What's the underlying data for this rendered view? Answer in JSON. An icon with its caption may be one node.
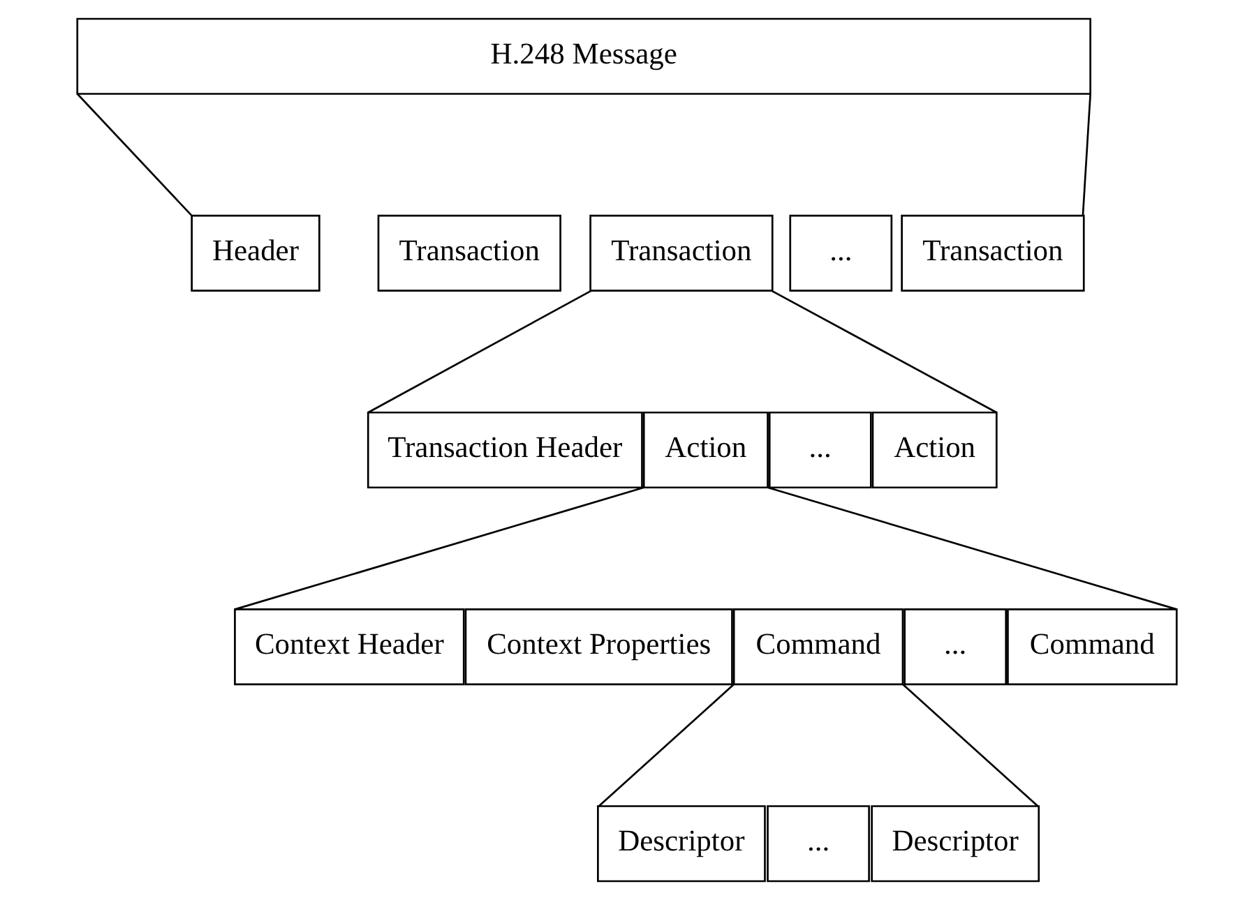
{
  "diagram": {
    "nodes": [
      {
        "text": [
          "H.248 Message"
        ]
      },
      {
        "text": [
          "Header"
        ]
      },
      {
        "text": [
          "Transaction"
        ]
      },
      {
        "text": [
          "Transaction"
        ]
      },
      {
        "text": [
          "..."
        ]
      },
      {
        "text": [
          "Transaction"
        ]
      },
      {
        "text": [
          "Transaction Header"
        ]
      },
      {
        "text": [
          "Action"
        ]
      },
      {
        "text": [
          "..."
        ]
      },
      {
        "text": [
          "Action"
        ]
      },
      {
        "text": [
          "Context Header"
        ]
      },
      {
        "text": [
          "Context Properties"
        ]
      },
      {
        "text": [
          "Command"
        ]
      },
      {
        "text": [
          "..."
        ]
      },
      {
        "text": [
          "Command"
        ]
      },
      {
        "text": [
          "Descriptor"
        ]
      },
      {
        "text": [
          "..."
        ]
      },
      {
        "text": [
          "Descriptor"
        ]
      }
    ],
    "edges": [
      {
        "from": 0,
        "to": 1,
        "arrow": "none"
      },
      {
        "from": 0,
        "to": 5,
        "arrow": "none"
      },
      {
        "from": 3,
        "to": 6,
        "arrow": "none"
      },
      {
        "from": 3,
        "to": 9,
        "arrow": "none"
      },
      {
        "from": 7,
        "to": 10,
        "arrow": "none"
      },
      {
        "from": 7,
        "to": 14,
        "arrow": "none"
      },
      {
        "from": 12,
        "to": 15,
        "arrow": "none"
      },
      {
        "from": 12,
        "to": 17,
        "arrow": "none"
      }
    ]
  }
}
